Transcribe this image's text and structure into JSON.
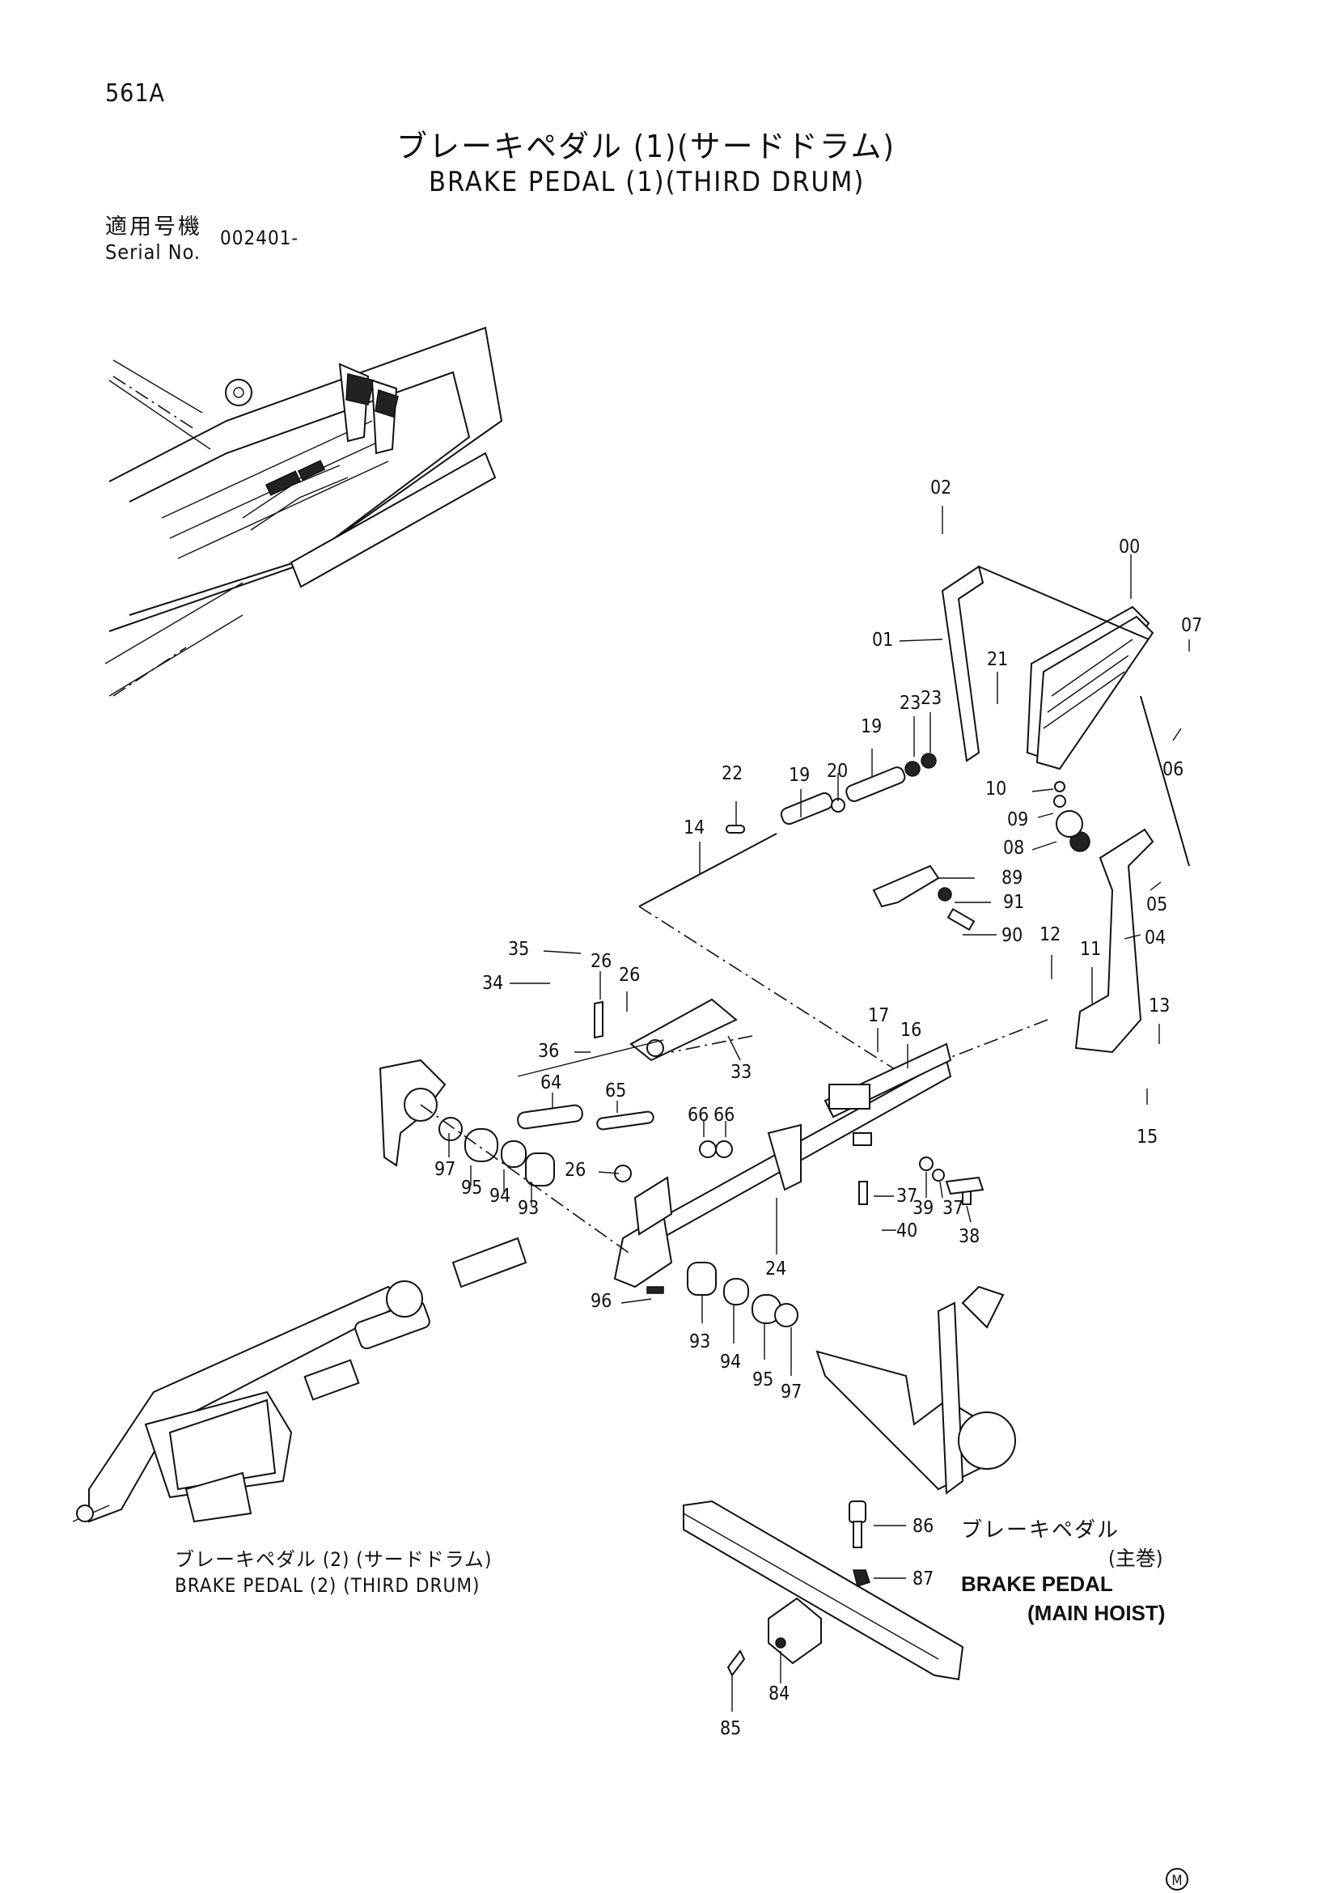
{
  "header": {
    "page_code": "561A",
    "title_jp": "ブレーキペダル (1)(サードドラム)",
    "title_en": "BRAKE PEDAL (1)(THIRD DRUM)",
    "serial_label_jp": "適用号機",
    "serial_label_en": "Serial No.",
    "serial_value": "002401-"
  },
  "cross_refs": {
    "brake_pedal_2_jp": "ブレーキペダル (2) (サードドラム)",
    "brake_pedal_2_en": "BRAKE PEDAL (2) (THIRD DRUM)",
    "main_hoist_jp": "ブレーキペダル",
    "main_hoist_jp_sub": "(主巻)",
    "main_hoist_en": "BRAKE PEDAL",
    "main_hoist_en_sub": "(MAIN HOIST)"
  },
  "part_numbers": [
    "02",
    "00",
    "01",
    "07",
    "21",
    "23",
    "23",
    "06",
    "19",
    "20",
    "19",
    "22",
    "14",
    "10",
    "09",
    "08",
    "89",
    "91",
    "90",
    "05",
    "04",
    "12",
    "11",
    "35",
    "26",
    "26",
    "34",
    "17",
    "16",
    "36",
    "33",
    "13",
    "64",
    "65",
    "66",
    "66",
    "15",
    "26",
    "97",
    "95",
    "94",
    "93",
    "37",
    "39",
    "37",
    "40",
    "38",
    "24",
    "96",
    "93",
    "94",
    "95",
    "97",
    "86",
    "87",
    "84",
    "85"
  ],
  "footer_mark": "M"
}
